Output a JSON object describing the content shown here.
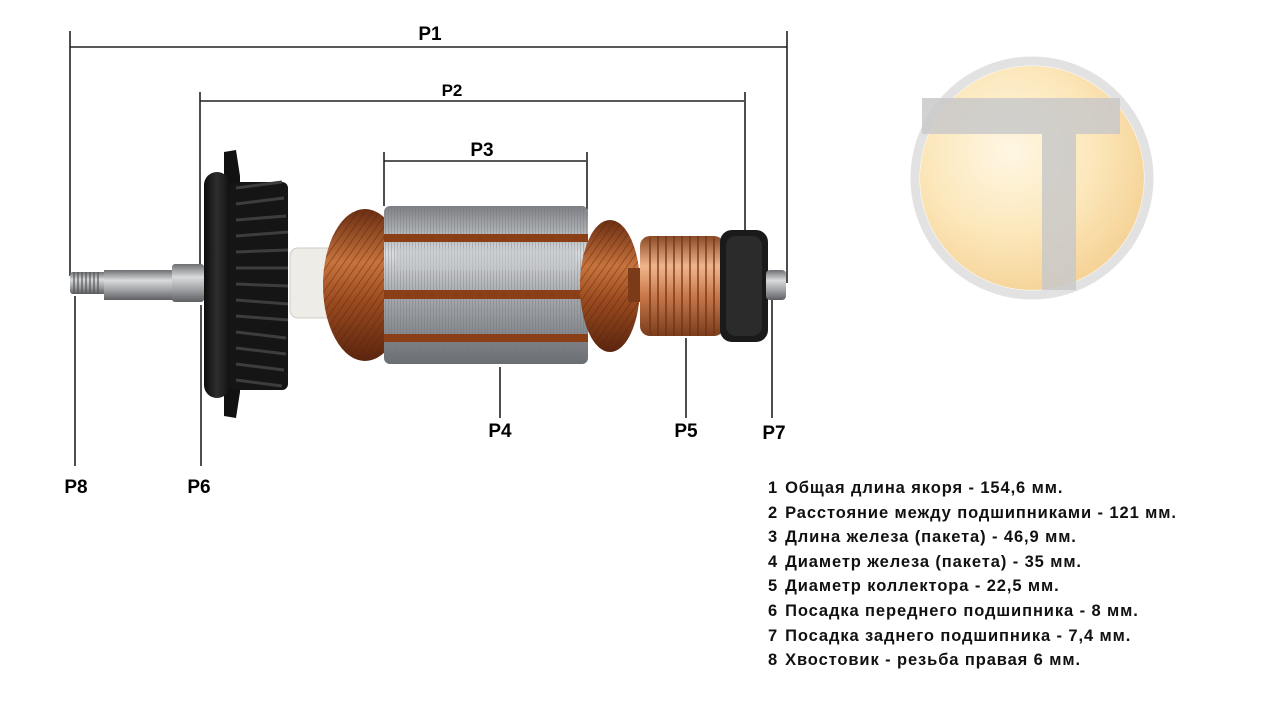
{
  "logo": {
    "letter": "T",
    "color": "#f5c97a",
    "ring_color": "#e2e2e2",
    "letter_color": "#c8c8c8"
  },
  "labels": {
    "p1": "P1",
    "p2": "P2",
    "p3": "P3",
    "p4": "P4",
    "p5": "P5",
    "p6": "P6",
    "p7": "P7",
    "p8": "P8"
  },
  "specs": [
    {
      "num": "1",
      "text": "Общая длина якоря - 154,6 мм."
    },
    {
      "num": "2",
      "text": "Расстояние между подшипниками - 121 мм."
    },
    {
      "num": "3",
      "text": "Длина железа (пакета) - 46,9 мм."
    },
    {
      "num": "4",
      "text": "Диаметр железа (пакета) - 35 мм."
    },
    {
      "num": "5",
      "text": "Диаметр коллектора - 22,5 мм."
    },
    {
      "num": "6",
      "text": "Посадка переднего подшипника - 8 мм."
    },
    {
      "num": "7",
      "text": "Посадка заднего подшипника - 7,4 мм."
    },
    {
      "num": "8",
      "text": "Хвостовик - резьба правая 6 мм."
    }
  ],
  "colors": {
    "copper": "#b5622e",
    "iron": "#b9bcc0",
    "fan": "#1c1c1c",
    "shaft": "#a7a9ac",
    "line": "#222222"
  }
}
